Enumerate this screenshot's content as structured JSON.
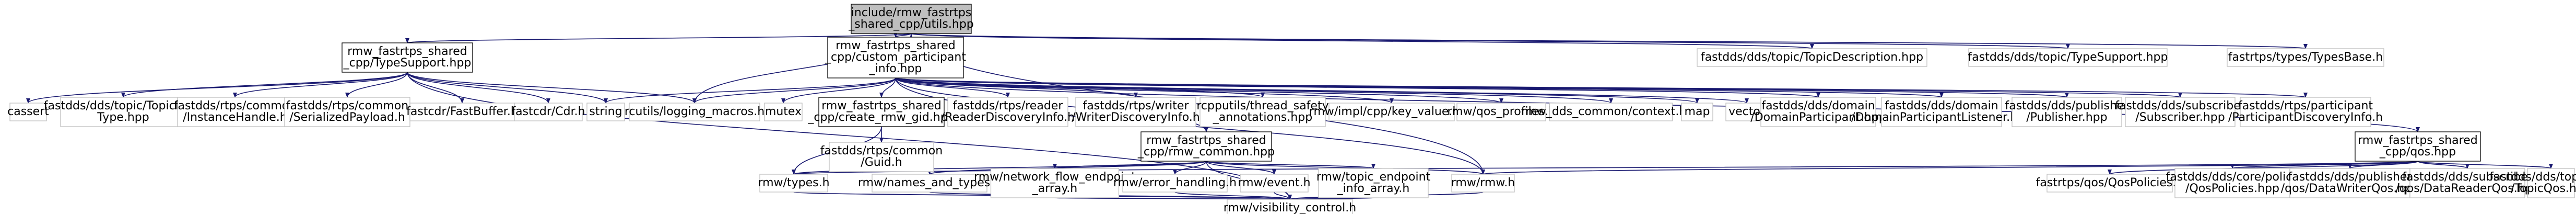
{
  "colors": {
    "root_fill": "#bfbfbf",
    "linked_fill": "#ffffff",
    "linked_border": "#000000",
    "external_border": "#bfbfbf",
    "edge": "#191970"
  },
  "graph": {
    "title": "include/rmw_fastrtps_shared_cpp/utils.hpp",
    "nodes": [
      {
        "id": "utils",
        "lines": [
          "include/rmw_fastrtps",
          "_shared_cpp/utils.hpp"
        ],
        "style": "root"
      },
      {
        "id": "typesupport",
        "lines": [
          "rmw_fastrtps_shared",
          "_cpp/TypeSupport.hpp"
        ],
        "style": "linked"
      },
      {
        "id": "cpi",
        "lines": [
          "rmw_fastrtps_shared",
          "_cpp/custom_participant",
          "_info.hpp"
        ],
        "style": "linked"
      },
      {
        "id": "topicdescription",
        "lines": [
          "fastdds/dds/topic/TopicDescription.hpp"
        ],
        "style": "external"
      },
      {
        "id": "typesupport_dds",
        "lines": [
          "fastdds/dds/topic/TypeSupport.hpp"
        ],
        "style": "external"
      },
      {
        "id": "typesbase",
        "lines": [
          "fastrtps/types/TypesBase.h"
        ],
        "style": "external"
      },
      {
        "id": "cassert",
        "lines": [
          "cassert"
        ],
        "style": "external"
      },
      {
        "id": "topicdatatype",
        "lines": [
          "fastdds/dds/topic/TopicData",
          "Type.hpp"
        ],
        "style": "external"
      },
      {
        "id": "instancehandle",
        "lines": [
          "fastdds/rtps/common",
          "/InstanceHandle.h"
        ],
        "style": "external"
      },
      {
        "id": "serializedpayload",
        "lines": [
          "fastdds/rtps/common",
          "/SerializedPayload.h"
        ],
        "style": "external"
      },
      {
        "id": "fastbuffer",
        "lines": [
          "fastcdr/FastBuffer.h"
        ],
        "style": "external"
      },
      {
        "id": "cdr",
        "lines": [
          "fastcdr/Cdr.h"
        ],
        "style": "external"
      },
      {
        "id": "string",
        "lines": [
          "string"
        ],
        "style": "external"
      },
      {
        "id": "logging",
        "lines": [
          "rcutils/logging_macros.h"
        ],
        "style": "external"
      },
      {
        "id": "mutex",
        "lines": [
          "mutex"
        ],
        "style": "external"
      },
      {
        "id": "guid",
        "lines": [
          "rmw_fastrtps_shared",
          "_cpp/create_rmw_gid.hpp"
        ],
        "style": "linked"
      },
      {
        "id": "readerdisc",
        "lines": [
          "fastdds/rtps/reader",
          "/ReaderDiscoveryInfo.h"
        ],
        "style": "external"
      },
      {
        "id": "writerdisc",
        "lines": [
          "fastdds/rtps/writer",
          "/WriterDiscoveryInfo.h"
        ],
        "style": "external"
      },
      {
        "id": "threadsafety",
        "lines": [
          "rcpputils/thread_safety",
          "_annotations.hpp"
        ],
        "style": "external"
      },
      {
        "id": "keyvalue",
        "lines": [
          "rmw/impl/cpp/key_value.hpp"
        ],
        "style": "external"
      },
      {
        "id": "qosprofiles",
        "lines": [
          "rmw/qos_profiles.h"
        ],
        "style": "external"
      },
      {
        "id": "rmwcommon",
        "lines": [
          "rmw_fastrtps_shared",
          "_cpp/rmw_common.hpp"
        ],
        "style": "linked"
      },
      {
        "id": "ddscontext",
        "lines": [
          "rmw_dds_common/context.hpp"
        ],
        "style": "external"
      },
      {
        "id": "map",
        "lines": [
          "map"
        ],
        "style": "external"
      },
      {
        "id": "vector",
        "lines": [
          "vector"
        ],
        "style": "external"
      },
      {
        "id": "domainparticipant",
        "lines": [
          "fastdds/dds/domain",
          "/DomainParticipant.hpp"
        ],
        "style": "external"
      },
      {
        "id": "dplistener",
        "lines": [
          "fastdds/dds/domain",
          "/DomainParticipantListener.hpp"
        ],
        "style": "external"
      },
      {
        "id": "publisher",
        "lines": [
          "fastdds/dds/publisher",
          "/Publisher.hpp"
        ],
        "style": "external"
      },
      {
        "id": "subscriber",
        "lines": [
          "fastdds/dds/subscriber",
          "/Subscriber.hpp"
        ],
        "style": "external"
      },
      {
        "id": "participantdisc",
        "lines": [
          "fastdds/rtps/participant",
          "/ParticipantDiscoveryInfo.h"
        ],
        "style": "external"
      },
      {
        "id": "qoshpp",
        "lines": [
          "rmw_fastrtps_shared",
          "_cpp/qos.hpp"
        ],
        "style": "linked"
      },
      {
        "id": "commonguid",
        "lines": [
          "fastdds/rtps/common",
          "/Guid.h"
        ],
        "style": "external"
      },
      {
        "id": "types",
        "lines": [
          "rmw/types.h"
        ],
        "style": "external"
      },
      {
        "id": "namestypes",
        "lines": [
          "rmw/names_and_types.h"
        ],
        "style": "external"
      },
      {
        "id": "netflow",
        "lines": [
          "rmw/network_flow_endpoint",
          "_array.h"
        ],
        "style": "external"
      },
      {
        "id": "errorhandling",
        "lines": [
          "rmw/error_handling.h"
        ],
        "style": "external"
      },
      {
        "id": "event",
        "lines": [
          "rmw/event.h"
        ],
        "style": "external"
      },
      {
        "id": "topicendpoint",
        "lines": [
          "rmw/topic_endpoint",
          "_info_array.h"
        ],
        "style": "external"
      },
      {
        "id": "rmwh",
        "lines": [
          "rmw/rmw.h"
        ],
        "style": "external"
      },
      {
        "id": "qospolicies",
        "lines": [
          "fastrtps/qos/QosPolicies.h"
        ],
        "style": "external"
      },
      {
        "id": "corepolicy",
        "lines": [
          "fastdds/dds/core/policy",
          "/QosPolicies.hpp"
        ],
        "style": "external"
      },
      {
        "id": "datawriterqos",
        "lines": [
          "fastdds/dds/publisher",
          "/qos/DataWriterQos.hpp"
        ],
        "style": "external"
      },
      {
        "id": "datareaderqos",
        "lines": [
          "fastdds/dds/subscriber",
          "/qos/DataReaderQos.hpp"
        ],
        "style": "external"
      },
      {
        "id": "topicqos",
        "lines": [
          "fastdds/dds/topic/qos",
          "/TopicQos.hpp"
        ],
        "style": "external"
      },
      {
        "id": "visibility",
        "lines": [
          "rmw/visibility_control.h"
        ],
        "style": "external"
      }
    ],
    "edges": [
      [
        "utils",
        "typesupport"
      ],
      [
        "utils",
        "cpi"
      ],
      [
        "utils",
        "topicdescription"
      ],
      [
        "utils",
        "typesupport_dds"
      ],
      [
        "utils",
        "typesbase"
      ],
      [
        "utils",
        "logging"
      ],
      [
        "utils",
        "rmwh"
      ],
      [
        "typesupport",
        "cassert"
      ],
      [
        "typesupport",
        "topicdatatype"
      ],
      [
        "typesupport",
        "instancehandle"
      ],
      [
        "typesupport",
        "serializedpayload"
      ],
      [
        "typesupport",
        "fastbuffer"
      ],
      [
        "typesupport",
        "cdr"
      ],
      [
        "typesupport",
        "string"
      ],
      [
        "typesupport",
        "logging"
      ],
      [
        "typesupport",
        "visibility"
      ],
      [
        "cpi",
        "string"
      ],
      [
        "cpi",
        "logging"
      ],
      [
        "cpi",
        "mutex"
      ],
      [
        "cpi",
        "guid"
      ],
      [
        "cpi",
        "readerdisc"
      ],
      [
        "cpi",
        "writerdisc"
      ],
      [
        "cpi",
        "threadsafety"
      ],
      [
        "cpi",
        "keyvalue"
      ],
      [
        "cpi",
        "qosprofiles"
      ],
      [
        "cpi",
        "rmwcommon"
      ],
      [
        "cpi",
        "ddscontext"
      ],
      [
        "cpi",
        "map"
      ],
      [
        "cpi",
        "vector"
      ],
      [
        "cpi",
        "domainparticipant"
      ],
      [
        "cpi",
        "dplistener"
      ],
      [
        "cpi",
        "publisher"
      ],
      [
        "cpi",
        "subscriber"
      ],
      [
        "cpi",
        "participantdisc"
      ],
      [
        "cpi",
        "qoshpp"
      ],
      [
        "cpi",
        "rmwh"
      ],
      [
        "guid",
        "commonguid"
      ],
      [
        "guid",
        "types"
      ],
      [
        "rmwcommon",
        "types"
      ],
      [
        "rmwcommon",
        "namestypes"
      ],
      [
        "rmwcommon",
        "netflow"
      ],
      [
        "rmwcommon",
        "errorhandling"
      ],
      [
        "rmwcommon",
        "event"
      ],
      [
        "rmwcommon",
        "topicendpoint"
      ],
      [
        "rmwcommon",
        "rmwh"
      ],
      [
        "rmwcommon",
        "visibility"
      ],
      [
        "qoshpp",
        "rmwh"
      ],
      [
        "qoshpp",
        "types"
      ],
      [
        "qoshpp",
        "qospolicies"
      ],
      [
        "qoshpp",
        "corepolicy"
      ],
      [
        "qoshpp",
        "datawriterqos"
      ],
      [
        "qoshpp",
        "datareaderqos"
      ],
      [
        "qoshpp",
        "topicqos"
      ],
      [
        "types",
        "visibility"
      ],
      [
        "namestypes",
        "visibility"
      ],
      [
        "netflow",
        "visibility"
      ],
      [
        "errorhandling",
        "visibility"
      ],
      [
        "event",
        "visibility"
      ],
      [
        "topicendpoint",
        "visibility"
      ],
      [
        "rmwh",
        "visibility"
      ]
    ]
  }
}
